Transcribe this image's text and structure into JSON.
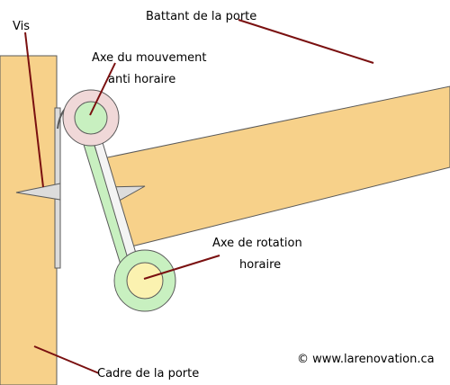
{
  "labels": {
    "vis": "Vis",
    "battant": "Battant de la porte",
    "axe_mouvement_line1": "Axe du mouvement",
    "axe_mouvement_line2": "anti horaire",
    "axe_rotation_line1": "Axe de rotation",
    "axe_rotation_line2": "horaire",
    "cadre": "Cadre de la porte"
  },
  "credit": "© www.larenovation.ca",
  "colors": {
    "wood": "#f7d18a",
    "wood_light": "#fbe2a8",
    "leader": "#7a1010",
    "outline": "#5a5a5a",
    "pivot_outer_top": "#f0d8d8",
    "pivot_inner_top": "#c8f0c0",
    "pivot_outer_bottom": "#c8f0c0",
    "pivot_inner_bottom": "#fbf2b0",
    "arm_green": "#c8f0c0",
    "metal": "#d8d8d8"
  }
}
